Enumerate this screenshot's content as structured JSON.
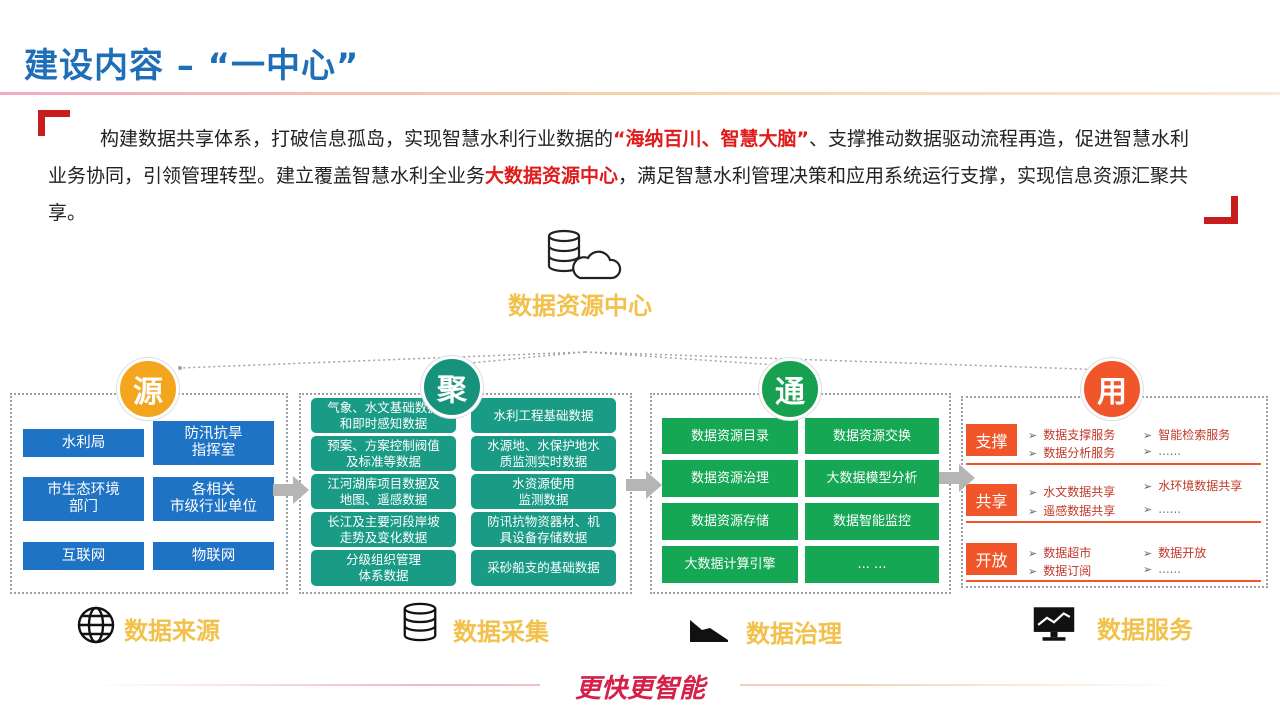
{
  "title": "建设内容 – “一中心”",
  "intro": {
    "part1": "构建数据共享体系，打破信息孤岛，实现智慧水利行业数据的",
    "highlight1": "“海纳百川、智慧大脑”",
    "part2": "、支撑推动数据驱动流程再造，促进智慧水利业务协同，引领管理转型。建立覆盖智慧水利全业务",
    "highlight2": "大数据资源中心",
    "part3": "，满足智慧水利管理决策和应用系统运行支撑，实现信息资源汇聚共享。"
  },
  "center": {
    "title": "数据资源中心",
    "icon": "database-cloud-icon"
  },
  "stages": [
    {
      "badge": "源",
      "caption": "数据来源",
      "icon": "globe-icon",
      "items": [
        "水利局",
        "防汛抗旱\n指挥室",
        "市生态环境\n部门",
        "各相关\n市级行业单位",
        "互联网",
        "物联网"
      ]
    },
    {
      "badge": "聚",
      "caption": "数据采集",
      "icon": "database-icon",
      "items": [
        "气象、水文基础数据\n和即时感知数据",
        "水利工程基础数据",
        "预案、方案控制阀值\n及标准等数据",
        "水源地、水保护地水\n质监测实时数据",
        "江河湖库项目数据及\n地图、遥感数据",
        "水资源使用\n监测数据",
        "长江及主要河段岸坡\n走势及变化数据",
        "防讯抗物资器材、机\n具设备存储数据",
        "分级组织管理\n体系数据",
        "采砂船支的基础数据"
      ]
    },
    {
      "badge": "通",
      "caption": "数据治理",
      "icon": "chart-area-icon",
      "items": [
        "数据资源目录",
        "数据资源交换",
        "数据资源治理",
        "大数据模型分析",
        "数据资源存储",
        "数据智能监控",
        "大数据计算引擎",
        "... ..."
      ]
    },
    {
      "badge": "用",
      "caption": "数据服务",
      "icon": "monitor-icon",
      "groups": [
        {
          "label": "支撑",
          "items": [
            "数据支撑服务",
            "智能检索服务",
            "数据分析服务",
            "......"
          ]
        },
        {
          "label": "共享",
          "items": [
            "水文数据共享",
            "水环境数据共享",
            "遥感数据共享",
            "......"
          ]
        },
        {
          "label": "开放",
          "items": [
            "数据超市",
            "数据开放",
            "数据订阅",
            "......"
          ]
        }
      ]
    }
  ],
  "footer": "更快更智能",
  "colors": {
    "title": "#1f6fb8",
    "accent_red": "#c81d1d",
    "caption": "#f2c14b",
    "blue": "#1f73c4",
    "teal": "#1a9b86",
    "green": "#16a755",
    "orange": "#f0562a"
  }
}
